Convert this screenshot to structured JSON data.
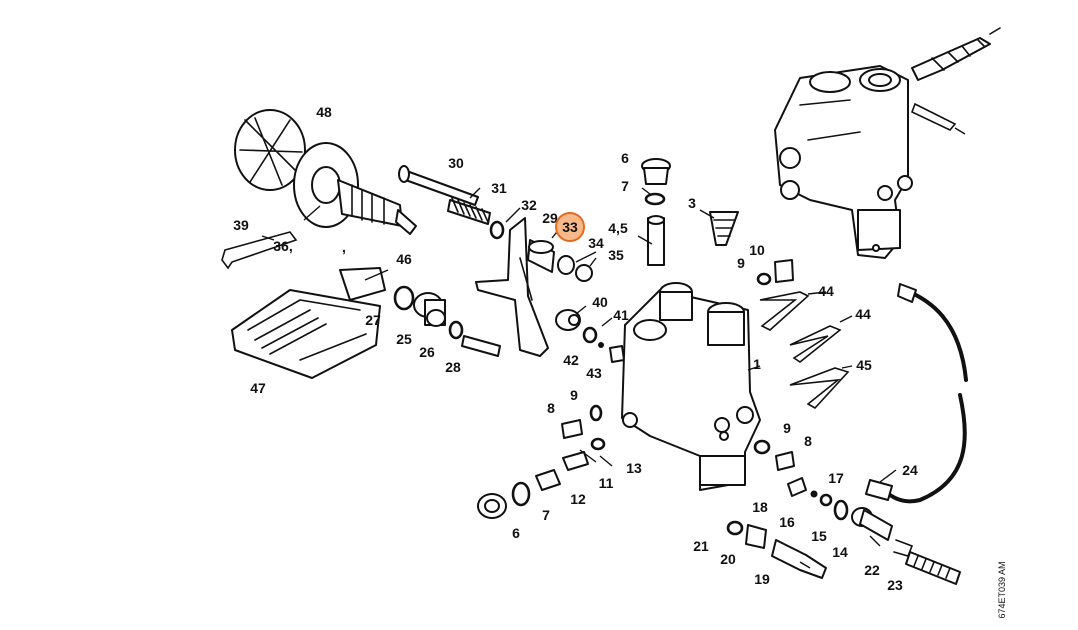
{
  "diagram": {
    "drawing_code": "674ET039 AM",
    "highlight_color": "#e46a1e",
    "callouts": [
      {
        "id": "48",
        "text": "48"
      },
      {
        "id": "30",
        "text": "30"
      },
      {
        "id": "31",
        "text": "31"
      },
      {
        "id": "32",
        "text": "32"
      },
      {
        "id": "29",
        "text": "29"
      },
      {
        "id": "33",
        "text": "33",
        "highlighted": true
      },
      {
        "id": "34",
        "text": "34"
      },
      {
        "id": "35",
        "text": "35"
      },
      {
        "id": "6a",
        "text": "6"
      },
      {
        "id": "7a",
        "text": "7"
      },
      {
        "id": "3",
        "text": "3"
      },
      {
        "id": "45a",
        "text": "4,5"
      },
      {
        "id": "10",
        "text": "10"
      },
      {
        "id": "9a",
        "text": "9"
      },
      {
        "id": "39",
        "text": "39"
      },
      {
        "id": "36",
        "text": "36,"
      },
      {
        "id": "comma",
        "text": ","
      },
      {
        "id": "46",
        "text": "46"
      },
      {
        "id": "27",
        "text": "27"
      },
      {
        "id": "25",
        "text": "25"
      },
      {
        "id": "26",
        "text": "26"
      },
      {
        "id": "28",
        "text": "28"
      },
      {
        "id": "47",
        "text": "47"
      },
      {
        "id": "40",
        "text": "40"
      },
      {
        "id": "41",
        "text": "41"
      },
      {
        "id": "42",
        "text": "42"
      },
      {
        "id": "43",
        "text": "43"
      },
      {
        "id": "44a",
        "text": "44"
      },
      {
        "id": "44b",
        "text": "44"
      },
      {
        "id": "45",
        "text": "45"
      },
      {
        "id": "1",
        "text": "1"
      },
      {
        "id": "9b",
        "text": "9"
      },
      {
        "id": "8a",
        "text": "8"
      },
      {
        "id": "13",
        "text": "13"
      },
      {
        "id": "11",
        "text": "11"
      },
      {
        "id": "12",
        "text": "12"
      },
      {
        "id": "7b",
        "text": "7"
      },
      {
        "id": "6b",
        "text": "6"
      },
      {
        "id": "9c",
        "text": "9"
      },
      {
        "id": "8b",
        "text": "8"
      },
      {
        "id": "24",
        "text": "24"
      },
      {
        "id": "17",
        "text": "17"
      },
      {
        "id": "18",
        "text": "18"
      },
      {
        "id": "16",
        "text": "16"
      },
      {
        "id": "15",
        "text": "15"
      },
      {
        "id": "14",
        "text": "14"
      },
      {
        "id": "21",
        "text": "21"
      },
      {
        "id": "20",
        "text": "20"
      },
      {
        "id": "19",
        "text": "19"
      },
      {
        "id": "22",
        "text": "22"
      },
      {
        "id": "23",
        "text": "23"
      }
    ]
  }
}
